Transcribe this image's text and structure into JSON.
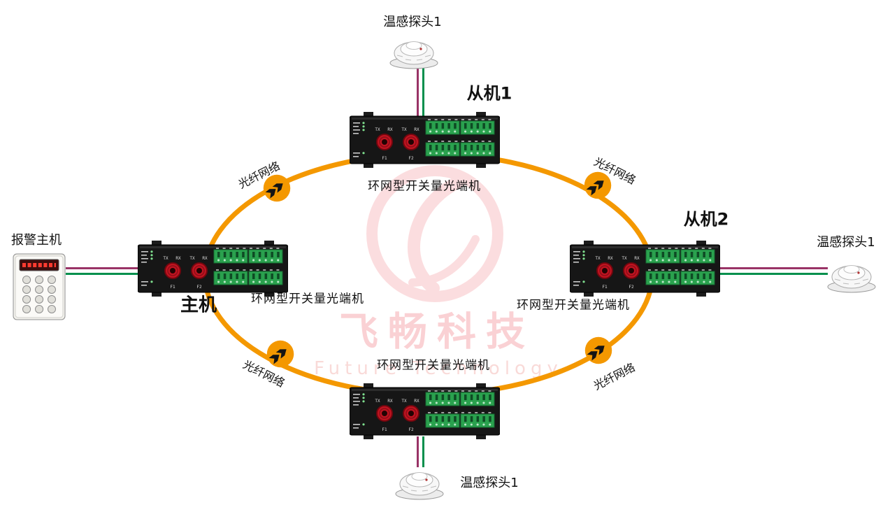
{
  "diagram": {
    "watermark": {
      "brand": "飞畅科技",
      "subtitle": "Future Technology"
    },
    "devices": {
      "top": {
        "title": "从机1",
        "caption": "环网型开关量光端机"
      },
      "right": {
        "title": "从机2",
        "caption": "环网型开关量光端机"
      },
      "left": {
        "title": "主机",
        "caption": "环网型开关量光端机"
      },
      "bottom": {
        "caption": "环网型开关量光端机"
      }
    },
    "peripherals": {
      "alarm_host_label": "报警主机",
      "sensor_top_label": "温感探头1",
      "sensor_right_label": "温感探头1",
      "sensor_bottom_label": "温感探头1"
    },
    "fiber": {
      "top_left": "光纤网络",
      "top_right": "光纤网络",
      "bottom_left": "光纤网络",
      "bottom_right": "光纤网络"
    },
    "ports": {
      "tx": "TX",
      "rx": "RX",
      "f1": "F1",
      "f2": "F2"
    },
    "colors": {
      "ring": "#F49800",
      "wire_a": "#993366",
      "wire_b": "#008F4C",
      "watermark": "#E60012"
    }
  }
}
